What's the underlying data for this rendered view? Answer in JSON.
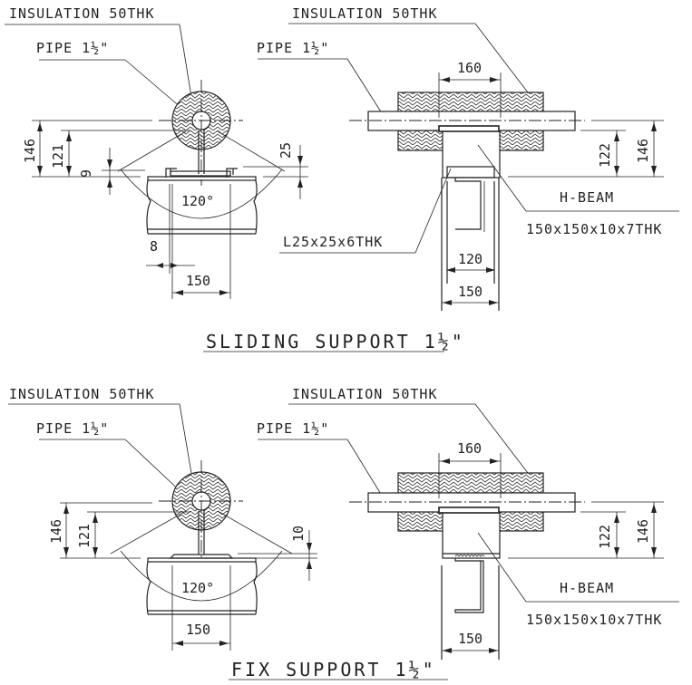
{
  "drawing": {
    "colors": {
      "line": "#222222",
      "background": "#ffffff"
    },
    "sliding": {
      "title": "SLIDING SUPPORT 1½\"",
      "section": {
        "insulation_label": "INSULATION 50THK",
        "pipe_label": "PIPE 1½\"",
        "dim_146": "146",
        "dim_121": "121",
        "dim_9": "9",
        "dim_25": "25",
        "angle": "120°",
        "dim_8": "8",
        "dim_150": "150"
      },
      "elevation": {
        "insulation_label": "INSULATION 50THK",
        "pipe_label": "PIPE 1½\"",
        "dim_160": "160",
        "dim_122": "122",
        "dim_146": "146",
        "hbeam_label": "H-BEAM",
        "hbeam_size": "150x150x10x7THK",
        "angle_label": "L25x25x6THK",
        "dim_120": "120",
        "dim_150": "150"
      }
    },
    "fix": {
      "title": "FIX SUPPORT 1½\"",
      "section": {
        "insulation_label": "INSULATION 50THK",
        "pipe_label": "PIPE 1½\"",
        "dim_146": "146",
        "dim_121": "121",
        "dim_10": "10",
        "angle": "120°",
        "dim_150": "150"
      },
      "elevation": {
        "insulation_label": "INSULATION 50THK",
        "pipe_label": "PIPE 1½\"",
        "dim_160": "160",
        "dim_122": "122",
        "dim_146": "146",
        "hbeam_label": "H-BEAM",
        "hbeam_size": "150x150x10x7THK",
        "dim_150": "150"
      }
    }
  }
}
